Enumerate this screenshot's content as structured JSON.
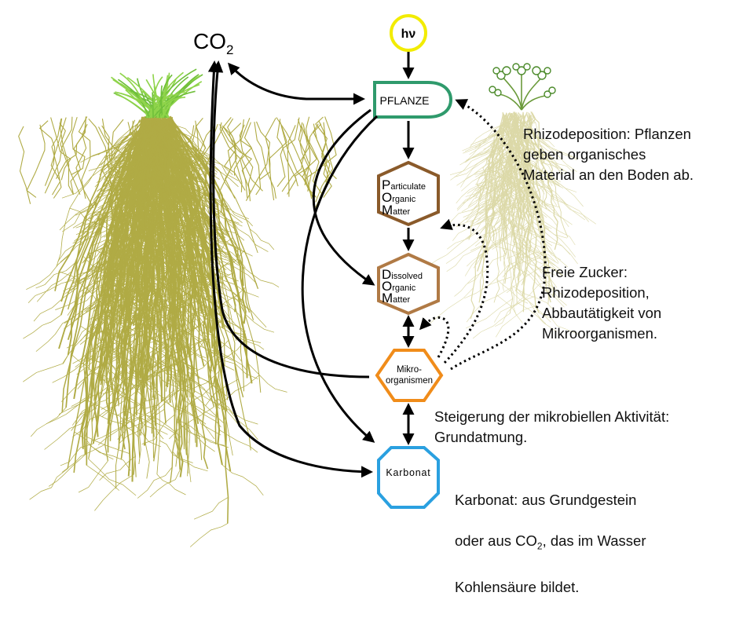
{
  "diagram": {
    "co2": {
      "base": "CO",
      "sub": "2"
    },
    "light": "hν",
    "plant": "PFLANZE",
    "pom": [
      {
        "big": "P",
        "rest": "articulate"
      },
      {
        "big": "O",
        "rest": "rganic"
      },
      {
        "big": "M",
        "rest": "atter"
      }
    ],
    "dom": [
      {
        "big": "D",
        "rest": "issolved"
      },
      {
        "big": "O",
        "rest": "rganic"
      },
      {
        "big": "M",
        "rest": "atter"
      }
    ],
    "micro": {
      "line1": "Mikro-",
      "line2": "organismen"
    },
    "carbonate": "Karbonat"
  },
  "notes": {
    "rhizodeposition": "Rhizodeposition: Pflanzen\ngeben organisches\nMaterial an den Boden ab.",
    "free_sugar": "Freie Zucker:\nRhizodeposition,\nAbbautätigkeit von\nMikroorganismen.",
    "activity": "Steigerung der mikrobiellen Aktivität:\nGrundatmung.",
    "carbonate_line1": "Karbonat:  aus Grundgestein",
    "carbonate_line2_a": "oder aus CO",
    "carbonate_line2_sub": "2",
    "carbonate_line2_b": ", das im Wasser",
    "carbonate_line3": "Kohlensäure bildet."
  },
  "colors": {
    "roots_left": "#b0ab45",
    "roots_right": "#dcd9a8",
    "grass": "#8fd44a",
    "sun": "#f2ec00",
    "plant_box": "#2f9a6c",
    "pom_box": "#8a5a2a",
    "dom_box": "#b07a45",
    "micro_box": "#f08c1a",
    "carbonate_box": "#2aa0e0",
    "arrows": "#000000"
  }
}
